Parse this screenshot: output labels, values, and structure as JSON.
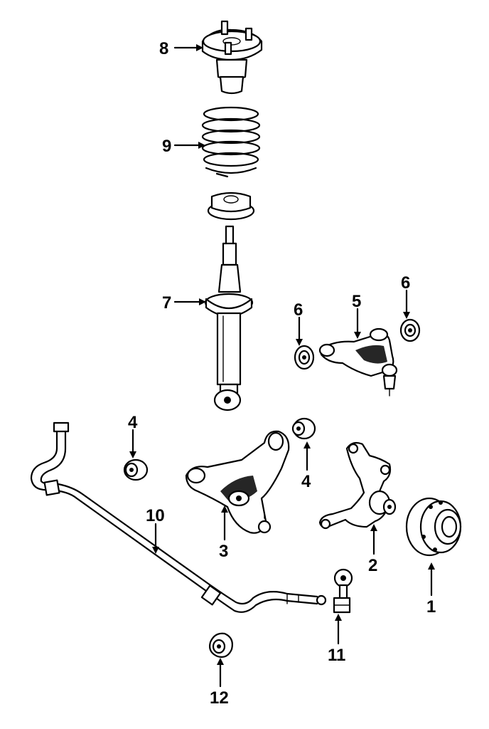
{
  "parts": [
    {
      "number": "1",
      "icon": "wheel-hub-bearing-icon"
    },
    {
      "number": "2",
      "icon": "steering-knuckle-icon"
    },
    {
      "number": "3",
      "icon": "lower-control-arm-icon"
    },
    {
      "number": "4",
      "icon": "lower-arm-bushing-icon"
    },
    {
      "number": "5",
      "icon": "upper-control-arm-icon"
    },
    {
      "number": "6",
      "icon": "upper-arm-bushing-icon"
    },
    {
      "number": "7",
      "icon": "shock-absorber-strut-icon"
    },
    {
      "number": "8",
      "icon": "strut-mount-icon"
    },
    {
      "number": "9",
      "icon": "coil-spring-icon"
    },
    {
      "number": "10",
      "icon": "stabilizer-bar-icon"
    },
    {
      "number": "11",
      "icon": "stabilizer-link-icon"
    },
    {
      "number": "12",
      "icon": "stabilizer-bushing-icon"
    }
  ]
}
